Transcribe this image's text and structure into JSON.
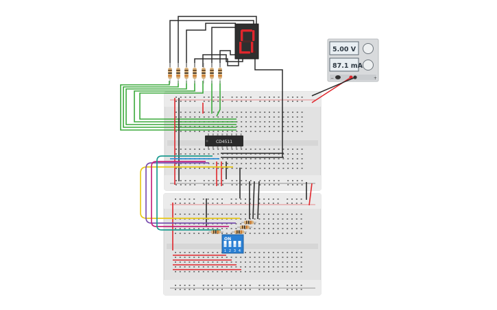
{
  "canvas": {
    "background": "#ffffff"
  },
  "power_supply": {
    "voltage_readout": "5.00 V",
    "current_readout": "87.1 mA",
    "terminal_minus": "−",
    "terminal_plus": "+"
  },
  "ic": {
    "label": "CD4511"
  },
  "dip_switch": {
    "label": "ON",
    "positions": [
      "1",
      "2",
      "3",
      "4"
    ]
  },
  "seven_segment": {
    "digit": "0",
    "segment_color": "#e0262c"
  },
  "colors": {
    "wire_black": "#2b2b2b",
    "wire_red": "#e0262c",
    "wire_green": "#3aa83a",
    "wire_yellow": "#e8c81a",
    "wire_purple": "#7a4fb0",
    "wire_magenta": "#c2257d",
    "wire_teal": "#1a9b8f",
    "wire_blue": "#2f8fd8",
    "breadboard": "#e4e4e4",
    "dip_switch": "#2a7fd3"
  }
}
